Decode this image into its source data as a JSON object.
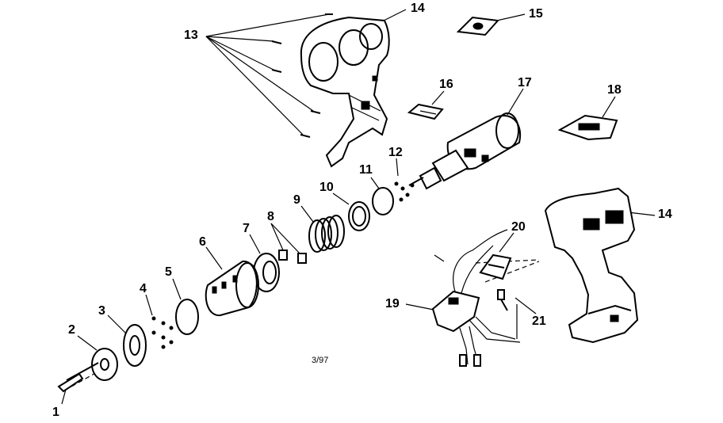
{
  "diagram": {
    "callouts": [
      "1",
      "2",
      "3",
      "4",
      "5",
      "6",
      "7",
      "8",
      "9",
      "10",
      "11",
      "12",
      "13",
      "14",
      "14",
      "15",
      "16",
      "17",
      "18",
      "19",
      "20",
      "21"
    ],
    "date_code": "3/97"
  }
}
